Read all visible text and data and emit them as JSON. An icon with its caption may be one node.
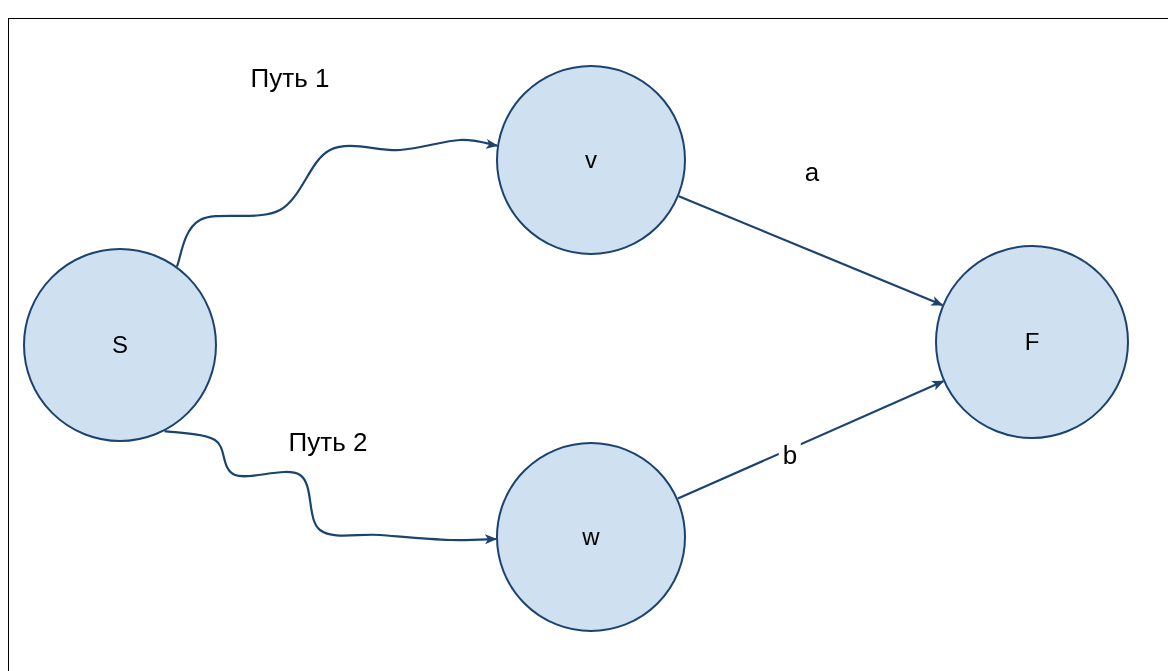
{
  "diagram": {
    "nodes": [
      {
        "text": [
          "S"
        ]
      },
      {
        "text": [
          "v"
        ]
      },
      {
        "text": [
          "w"
        ]
      },
      {
        "text": [
          "F"
        ]
      }
    ],
    "edges": [
      {
        "from": 0,
        "to": 1,
        "arrow": "to",
        "label": "Путь 1"
      },
      {
        "from": 0,
        "to": 2,
        "arrow": "to",
        "label": "Путь 2"
      },
      {
        "from": 1,
        "to": 3,
        "arrow": "to",
        "label": "a"
      },
      {
        "from": 2,
        "to": 3,
        "arrow": "to",
        "label": "b"
      }
    ]
  }
}
